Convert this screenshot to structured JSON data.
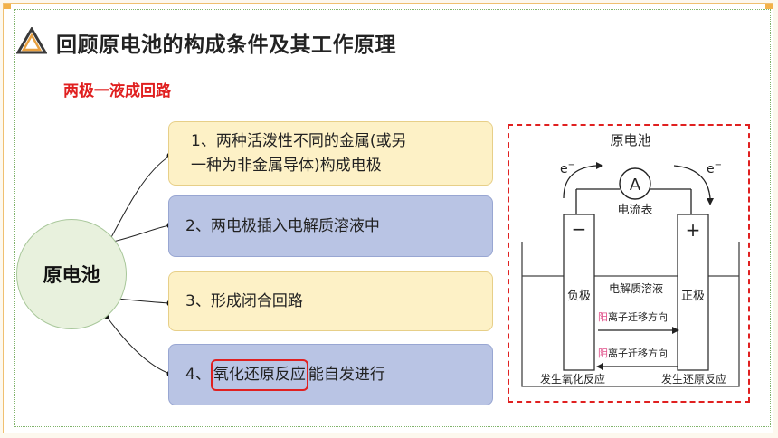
{
  "slide": {
    "title": "回顾原电池的构成条件及其工作原理",
    "subtitle": "两极一液成回路",
    "center_label": "原电池"
  },
  "conditions": {
    "item1_line1": "1、两种活泼性不同的金属(或另",
    "item1_line2": "一种为非金属导体)构成电极",
    "item2": "2、两电极插入电解质溶液中",
    "item3": "3、形成闭合回路",
    "item4_prefix": "4、",
    "item4_highlight": "氧化还原反应",
    "item4_suffix": "能自发进行"
  },
  "diagram": {
    "title": "原电池",
    "ammeter_symbol": "A",
    "ammeter_label": "电流表",
    "electron_left": "e",
    "electron_right": "e",
    "electron_sup": "−",
    "minus_sign": "−",
    "plus_sign": "+",
    "solution_label": "电解质溶液",
    "negative_label": "负极",
    "positive_label": "正极",
    "cation_prefix": "阳",
    "cation_text": "离子迁移方向",
    "anion_prefix": "阴",
    "anion_text": "离子迁移方向",
    "oxidation_label": "发生氧化反应",
    "reduction_label": "发生还原反应"
  },
  "colors": {
    "accent_red": "#e02020",
    "box_yellow": "#fdf1c6",
    "box_blue": "#b9c4e4",
    "circle_green": "#e8f1dd",
    "ion_pink": "#e0508a"
  }
}
